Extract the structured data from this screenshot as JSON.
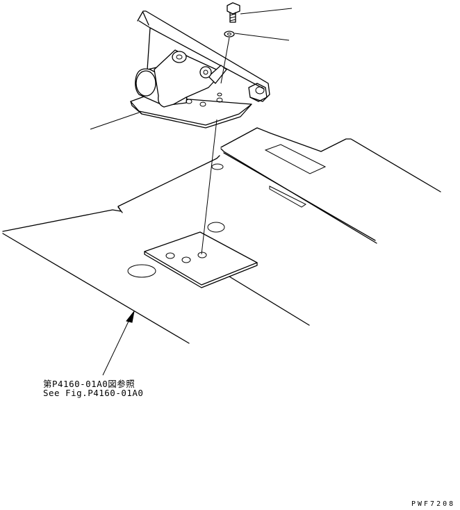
{
  "figure": {
    "reference_caption_jp": "第P4160-01A0図参照",
    "reference_caption_en": "See Fig.P4160-01A0",
    "drawing_code": "PWF7208"
  },
  "colors": {
    "line": "#000000",
    "background": "#ffffff"
  }
}
